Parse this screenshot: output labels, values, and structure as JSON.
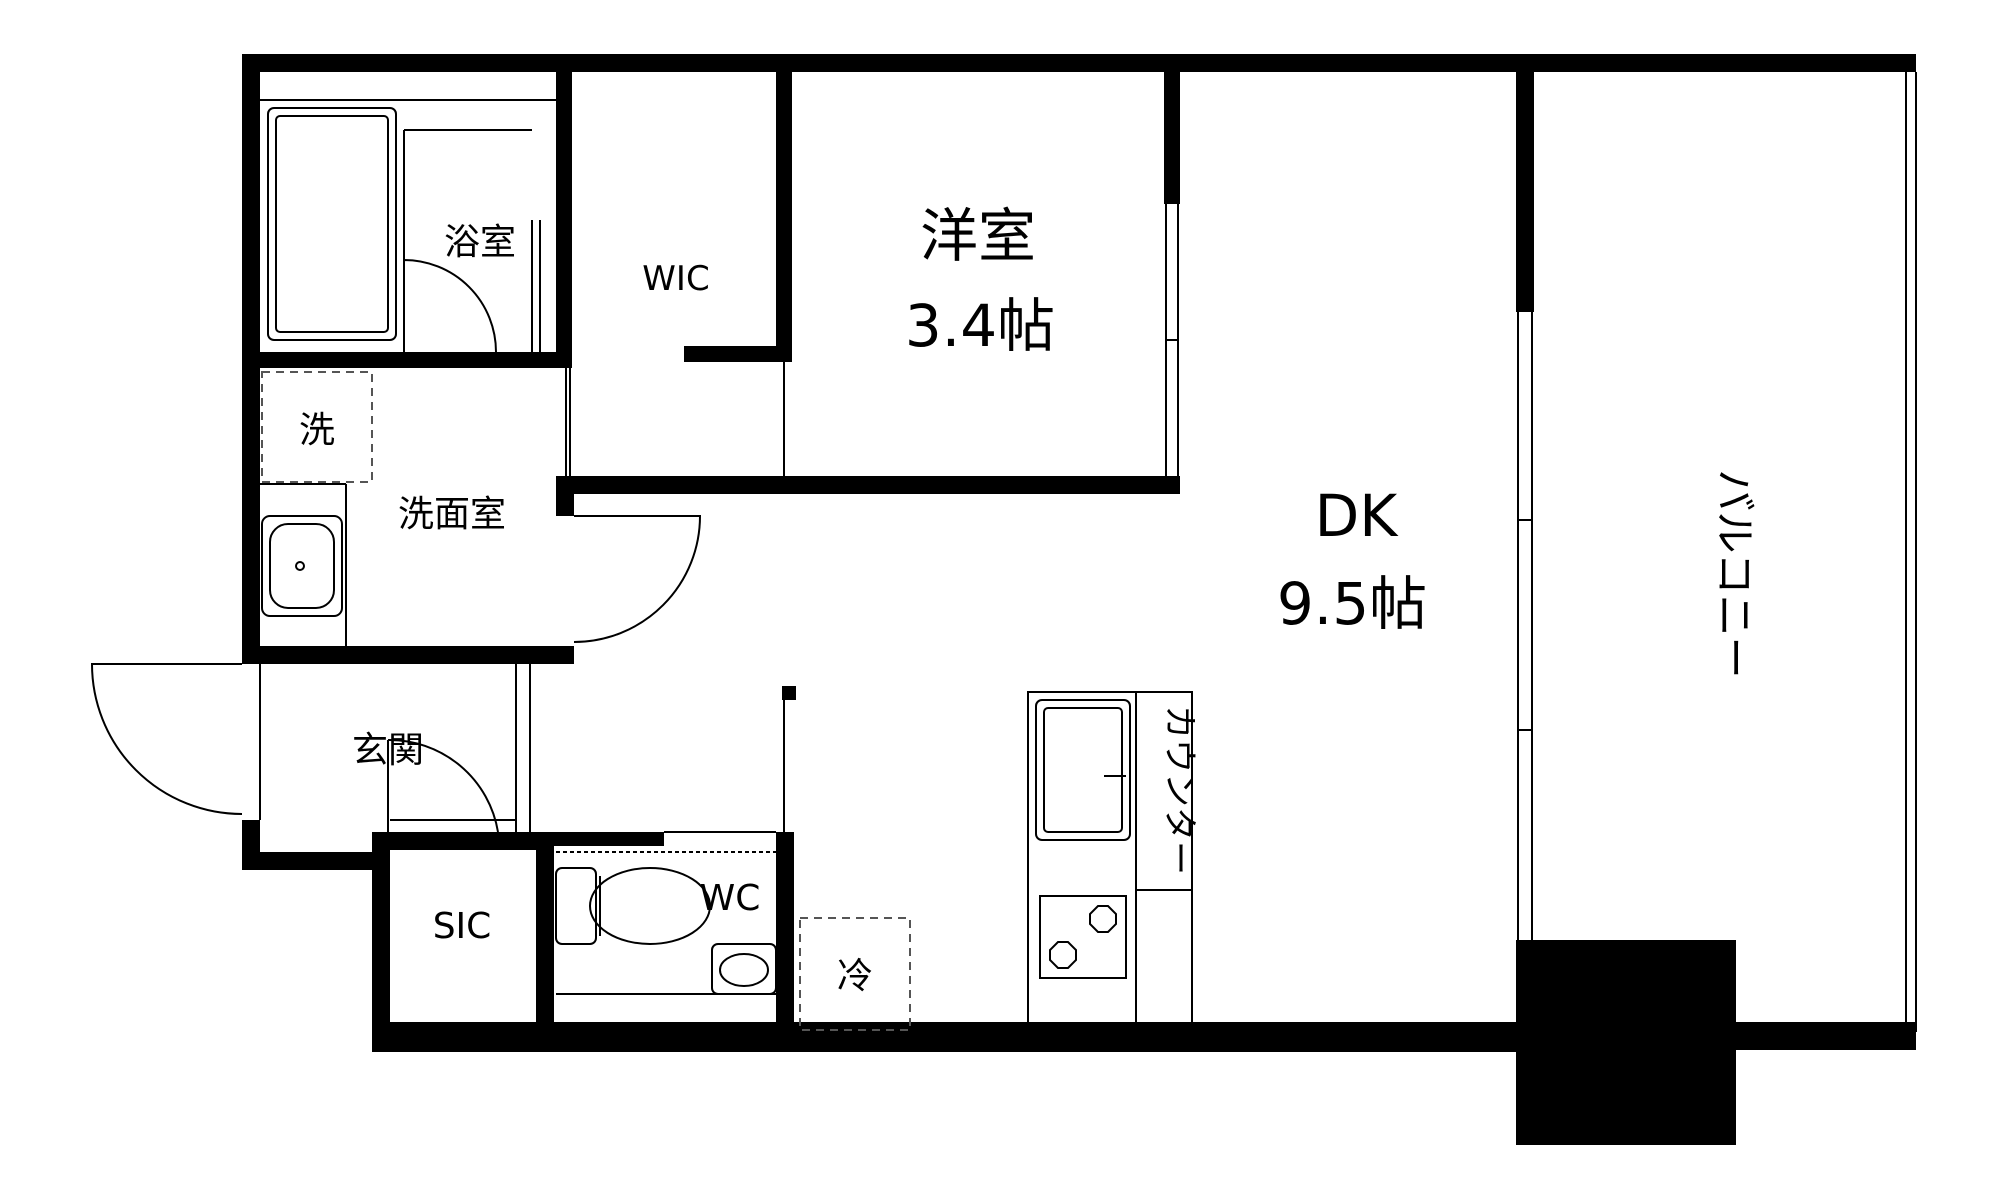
{
  "rooms": {
    "bath": "浴室",
    "wic": "WIC",
    "western_room_name": "洋室",
    "western_room_size": "3.4帖",
    "washer": "洗",
    "washroom": "洗面室",
    "dk_name": "DK",
    "dk_size": "9.5帖",
    "balcony": "バルコニー",
    "counter": "カウンター",
    "entrance": "玄関",
    "sic": "SIC",
    "wc": "WC",
    "fridge": "冷"
  },
  "colors": {
    "wall": "#000000",
    "background": "#ffffff",
    "fixture_line": "#000000",
    "dashed_outline": "#555555"
  }
}
